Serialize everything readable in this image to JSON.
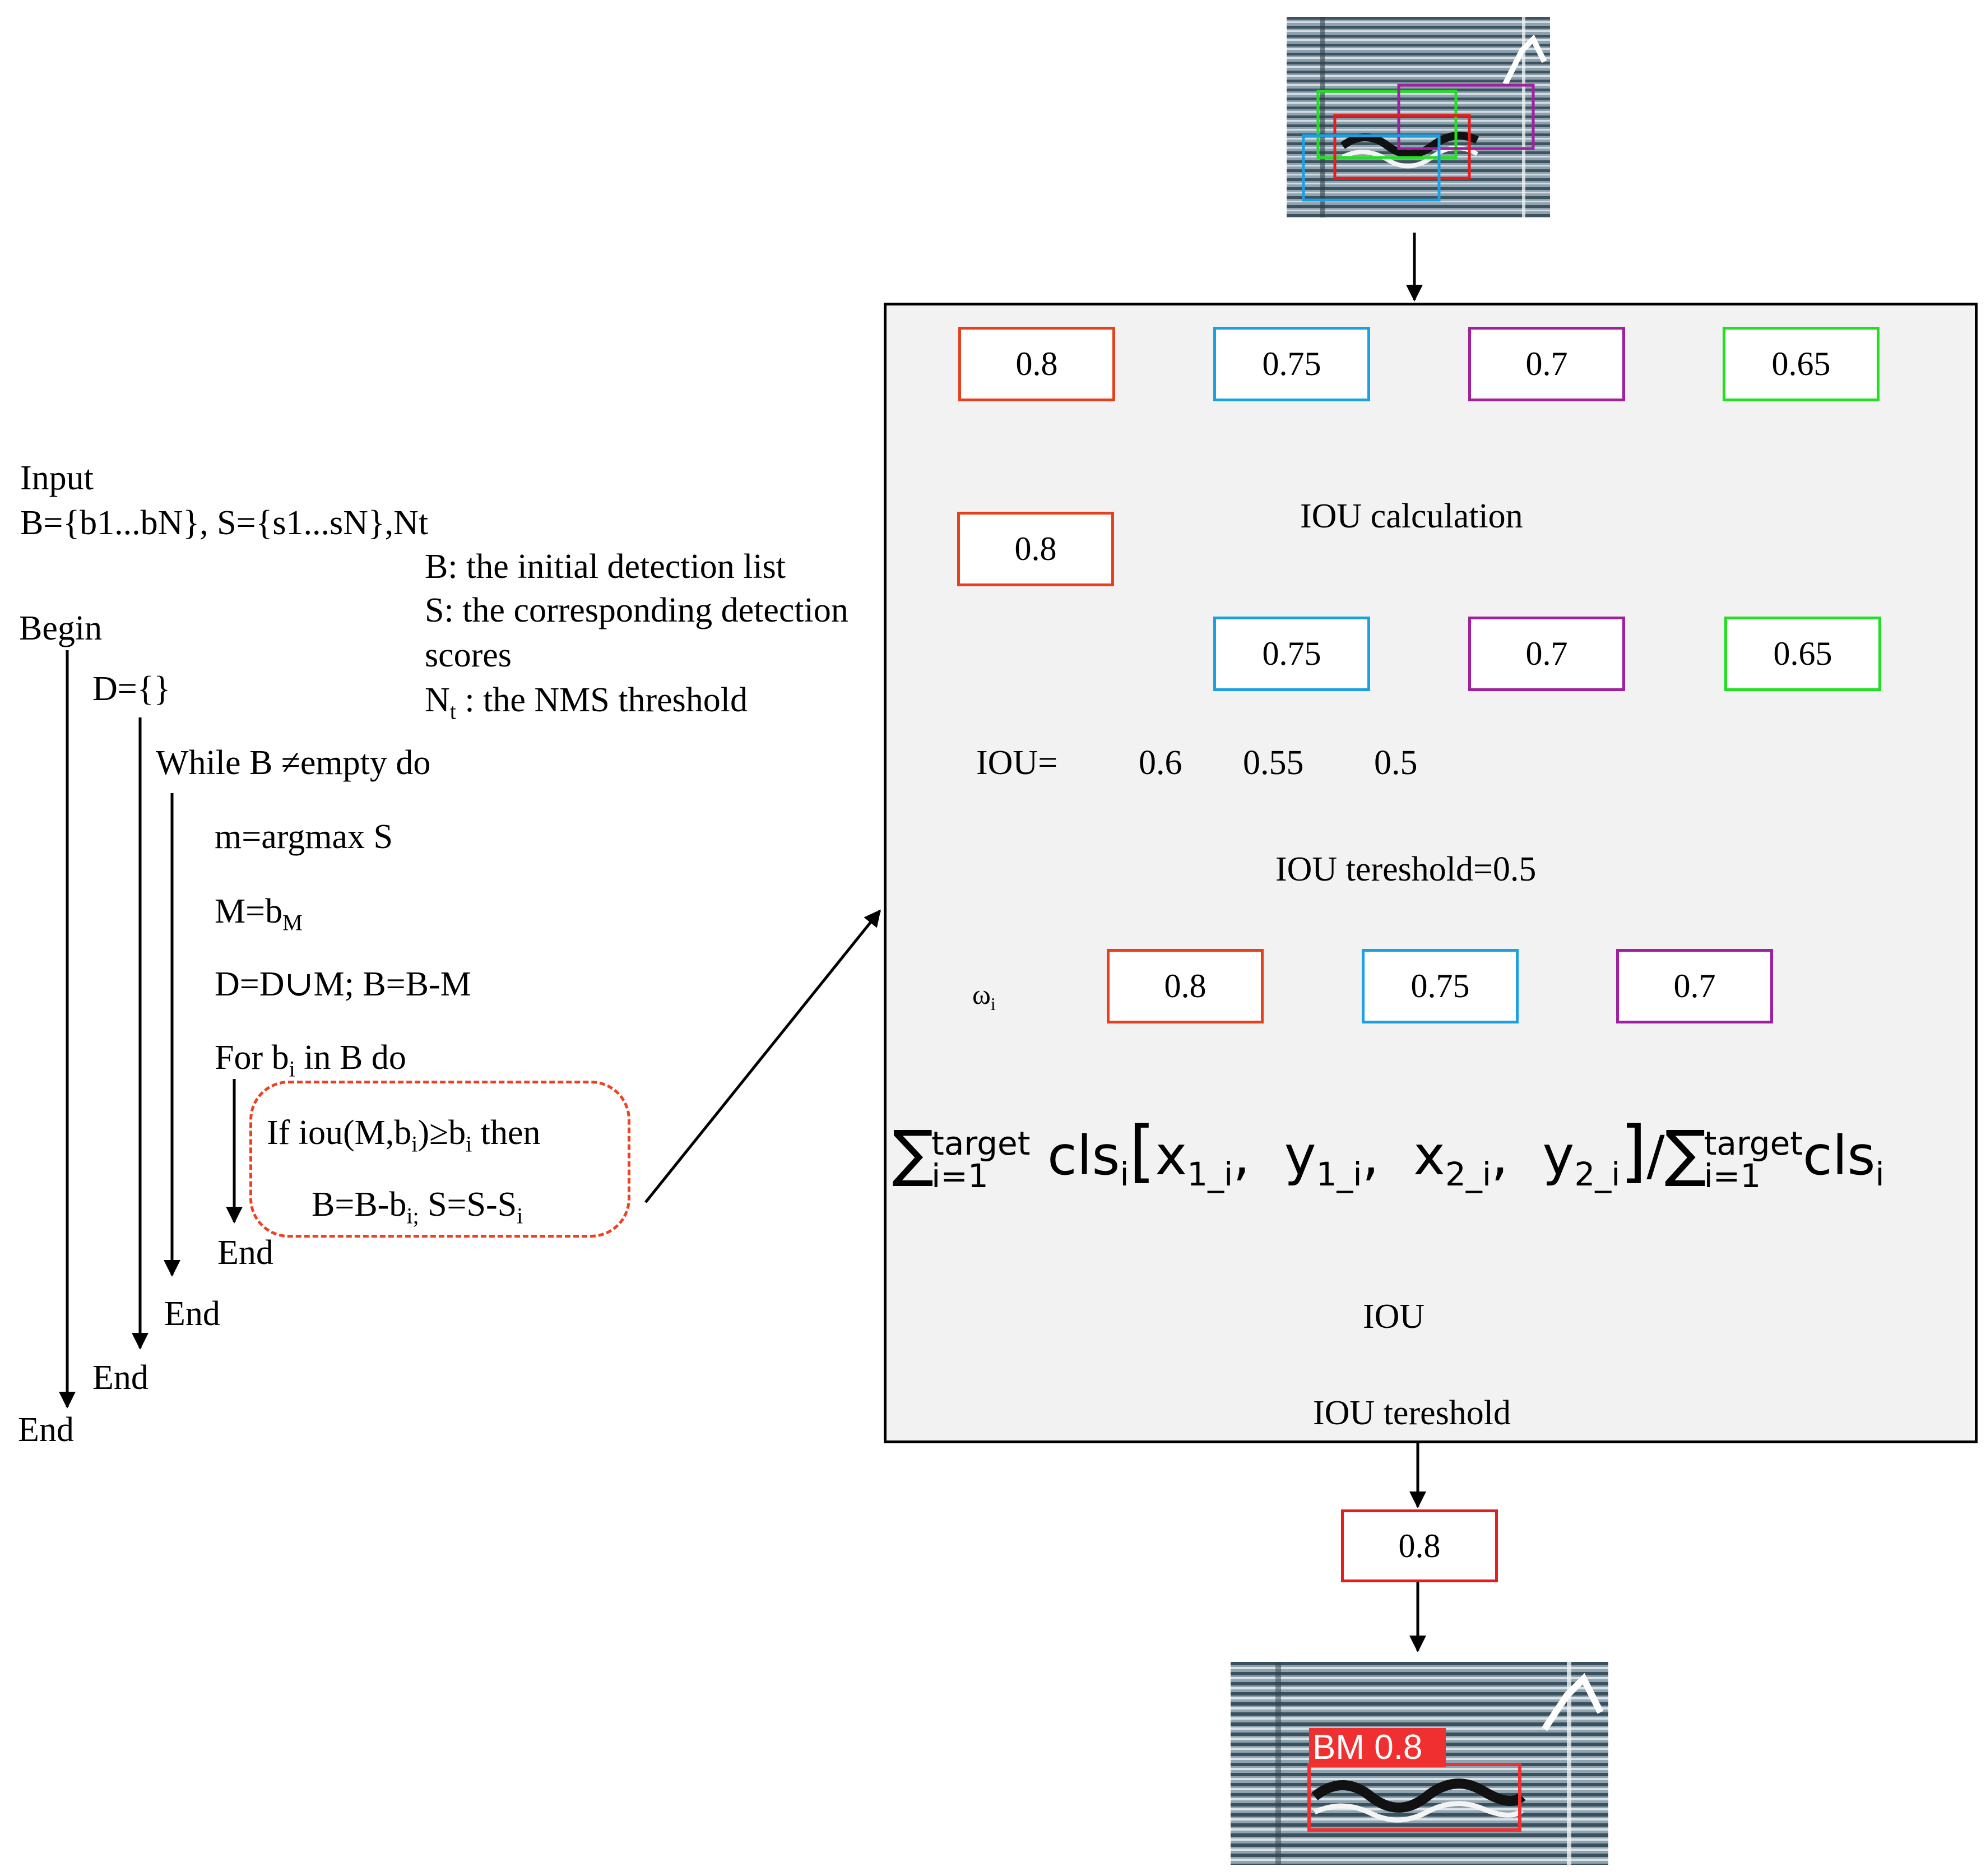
{
  "algorithm": {
    "input_label": "Input",
    "input_sets": "B={b1...bN}, S={s1...sN},Nt",
    "def_b": "B: the initial detection list",
    "def_s_line1": "S: the corresponding detection",
    "def_s_line2": "scores",
    "def_nt_main": "N",
    "def_nt_sub": "t",
    "def_nt_rest": " : the NMS threshold",
    "begin": "Begin",
    "d_init": "D={}",
    "while": "While B ≠empty do",
    "argmax": "m=argmax S",
    "m_assign_main": "M=b",
    "m_assign_sub": "M",
    "union": "D=D∪M;   B=B-M",
    "for_main": "For b",
    "for_sub": "i",
    "for_rest": " in B do",
    "if_a": "If iou(M,b",
    "if_sub1": "i",
    "if_b": ")≥b",
    "if_sub2": "i",
    "if_c": " then",
    "remove_a": "B=B-b",
    "remove_sub1": "i;",
    "remove_b": "  S=S-S",
    "remove_sub2": "i",
    "end_inner": "End",
    "end_while": "End",
    "end_begin": "End",
    "end_outer": "End"
  },
  "panel": {
    "top_scores": [
      "0.8",
      "0.75",
      "0.7",
      "0.65"
    ],
    "iou_calc_label": "IOU calculation",
    "head_score": "0.8",
    "branch_scores": [
      "0.75",
      "0.7",
      "0.65"
    ],
    "iou_label": "IOU=",
    "iou_values": [
      "0.6",
      "0.55",
      "0.5"
    ],
    "threshold_text": "IOU tereshold=0.5",
    "weight_symbol": "ω",
    "weight_sub": "i",
    "kept_scores": [
      "0.8",
      "0.75",
      "0.7"
    ],
    "formula": {
      "sum1_sup": "target",
      "sum1_sub": "i=1",
      "cls": "cls",
      "cls_sub": "i",
      "x1": "x",
      "x1_sub": "1_i",
      "y1": "y",
      "y1_sub": "1_i",
      "x2": "x",
      "x2_sub": "2_i",
      "y2": "y",
      "y2_sub": "2_i",
      "sum2_sup": "target",
      "sum2_sub": "i=1",
      "cls2": "cls",
      "cls2_sub": "i"
    },
    "bottom_iou": "IOU",
    "bottom_threshold": "IOU tereshold"
  },
  "output": {
    "final_score": "0.8",
    "detection_label": "BM 0.8"
  },
  "colors": {
    "red": "#e8401c",
    "blue": "#1ba1e2",
    "purple": "#a020a0",
    "green": "#21e021",
    "panel_bg": "#f2f2f2",
    "dashed": "#f04020"
  }
}
